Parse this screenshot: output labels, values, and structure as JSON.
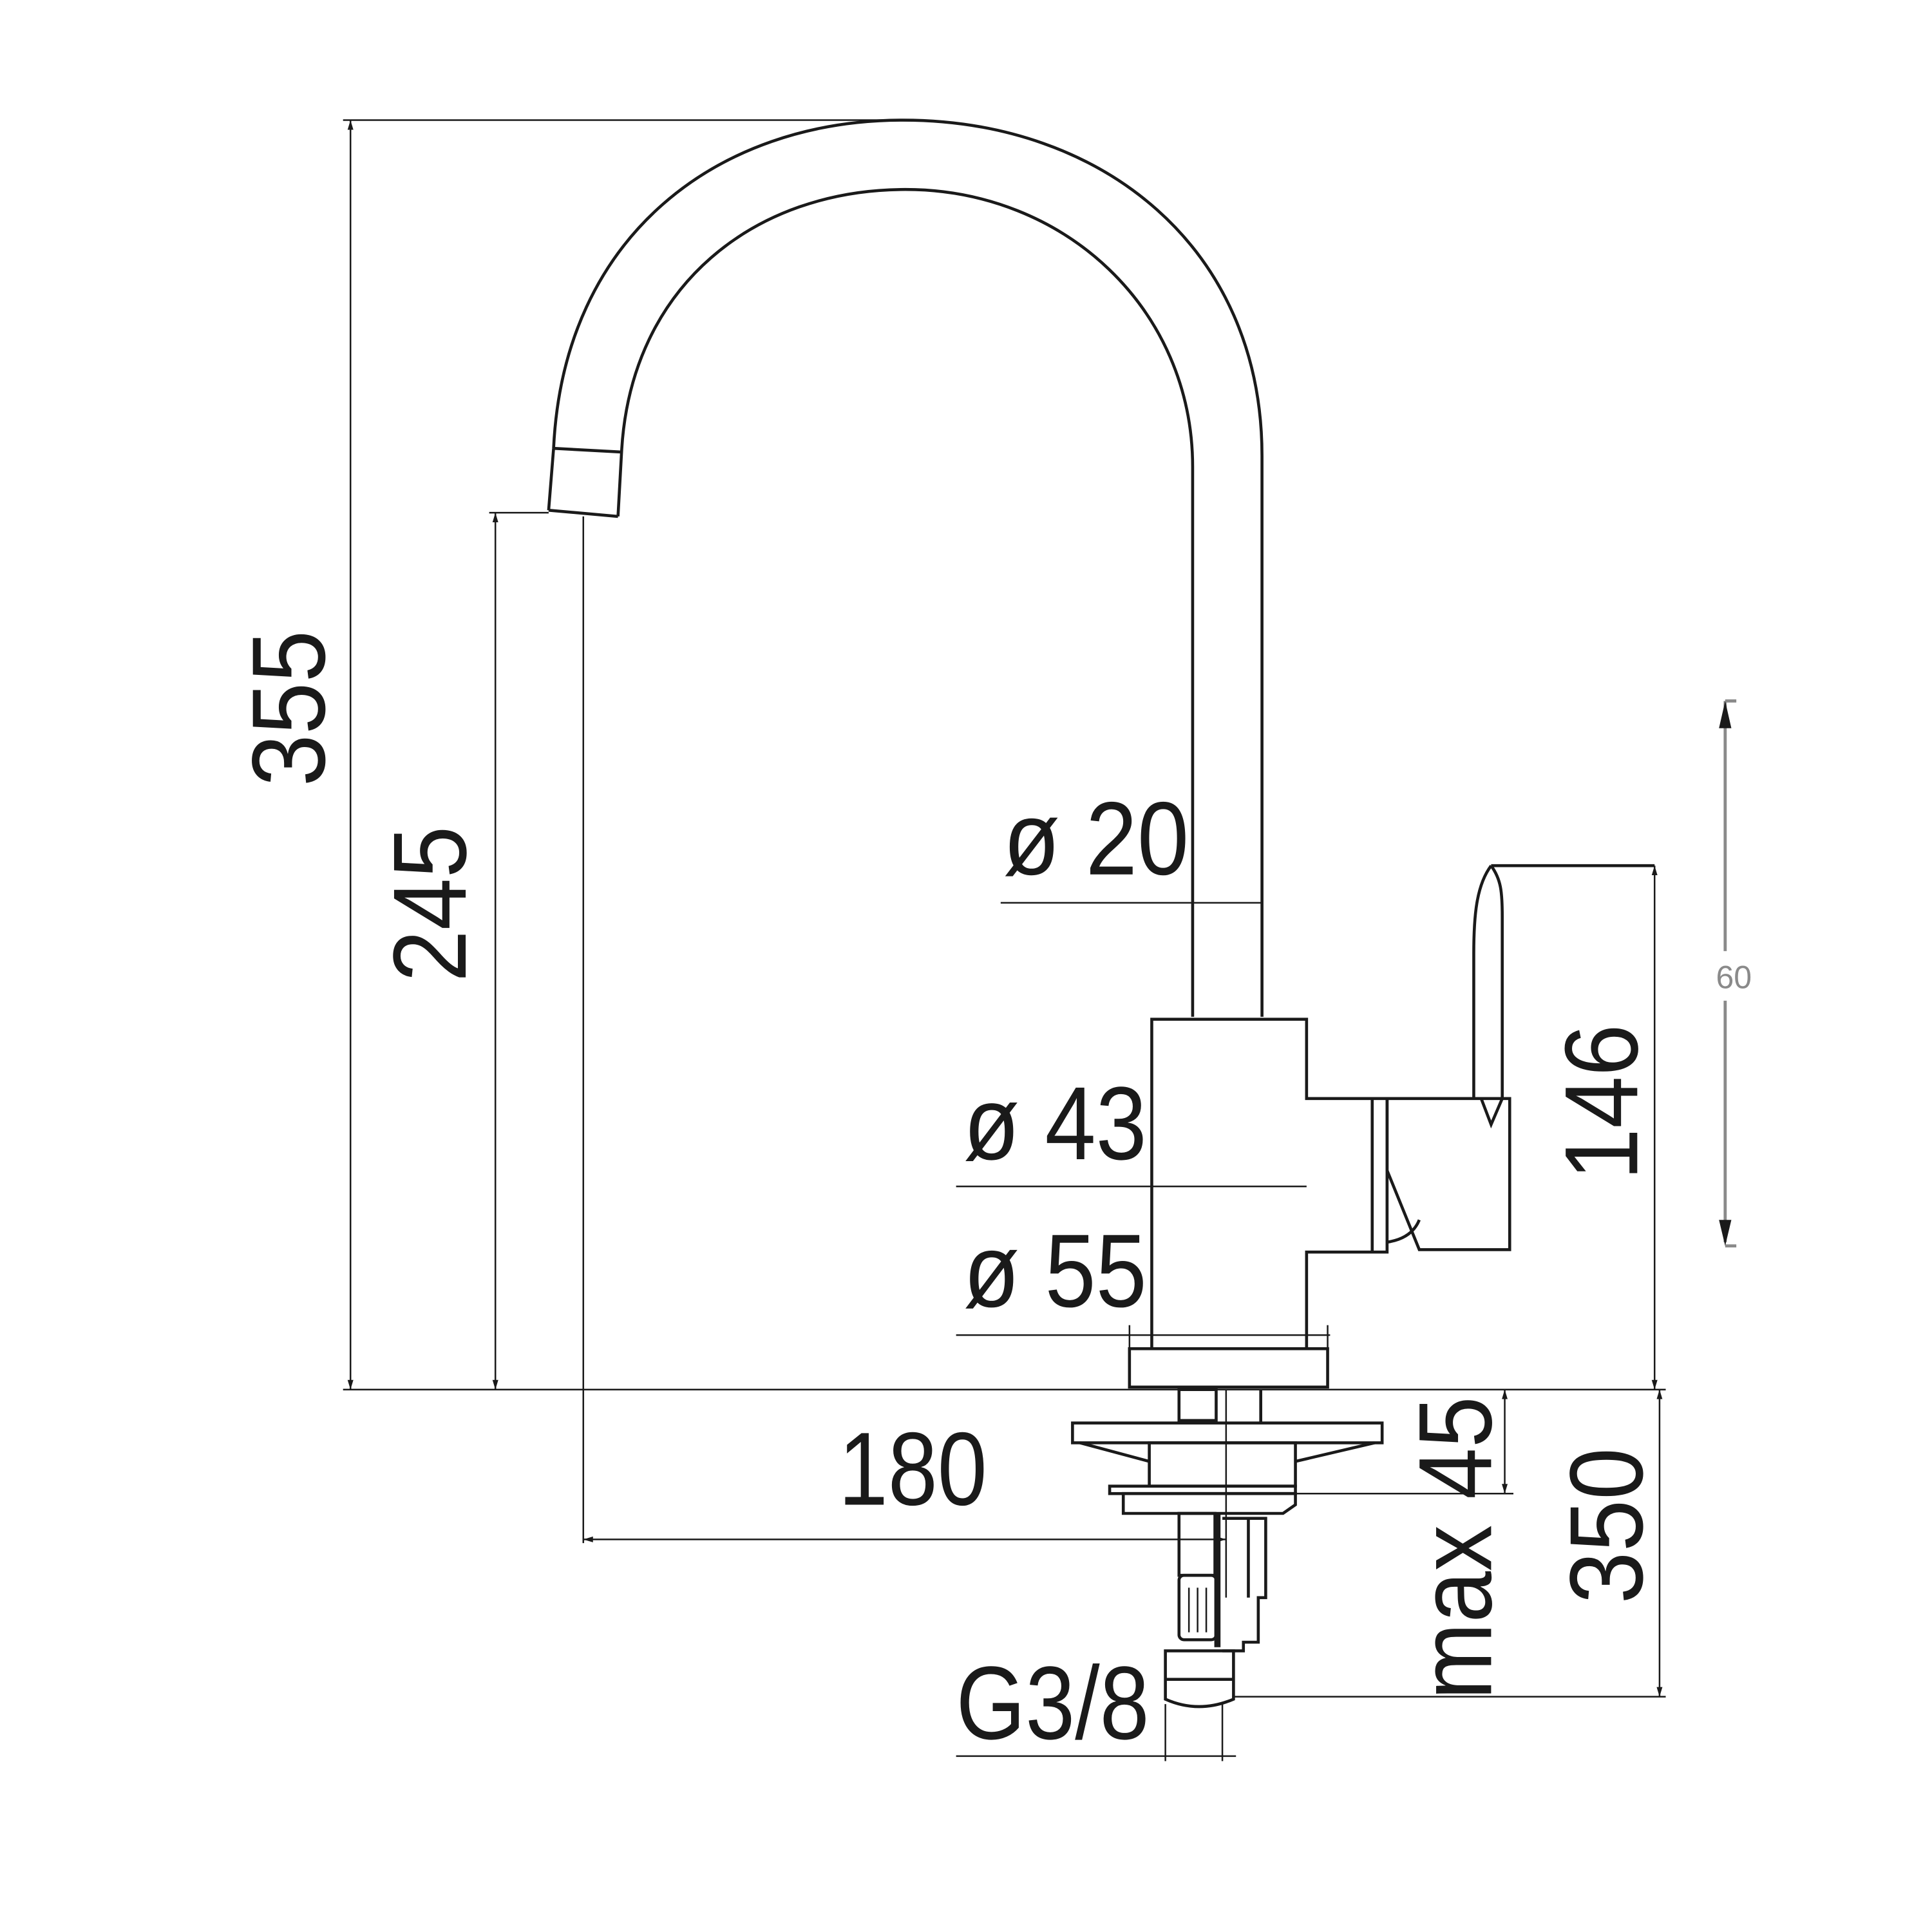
{
  "drawing": {
    "title": "Kitchen mixer tap dimensional drawing",
    "dimensions": {
      "total_height": "355",
      "spout_height": "245",
      "spout_diameter": "ø 20",
      "body_diameter": "ø 43",
      "base_diameter": "ø 55",
      "body_height": "146",
      "handle_travel": "60",
      "reach": "180",
      "max_deck_thickness": "max 45",
      "hose_length": "350",
      "connection": "G3/8"
    },
    "colors": {
      "line": "#1a1a1a",
      "secondary": "#8a8a8a",
      "background": "#ffffff"
    }
  }
}
